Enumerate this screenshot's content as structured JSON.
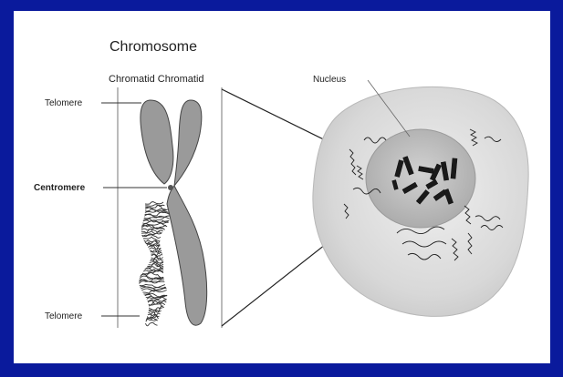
{
  "diagram": {
    "title": "Chromosome",
    "chromatid_label": "Chromatid Chromatid",
    "labels": {
      "telomere_top": "Telomere",
      "centromere": "Centromere",
      "telomere_bottom": "Telomere",
      "nucleus": "Nucleus"
    }
  },
  "colors": {
    "border": "#0a1a9c",
    "chromatid": "#9a9a9a",
    "cell": "#d6d6d6",
    "nucleus": "#bcbcbc"
  }
}
